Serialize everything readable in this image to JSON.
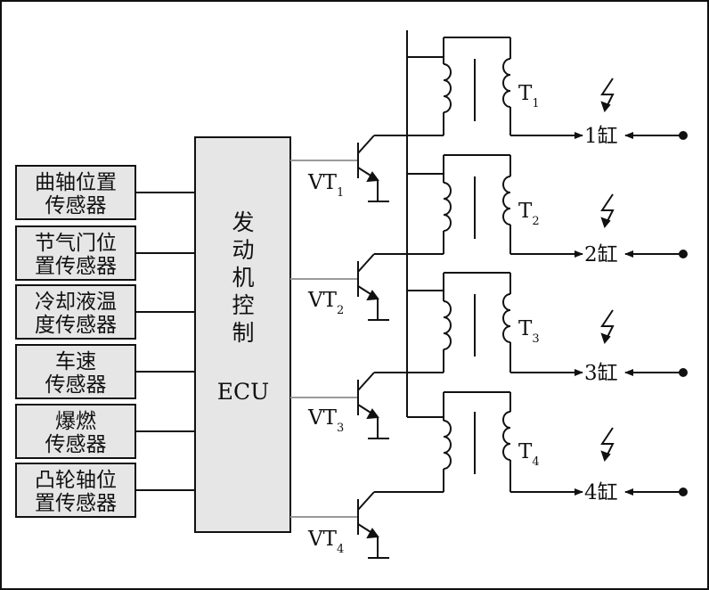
{
  "sensors": [
    {
      "line1": "曲轴位置",
      "line2": "传感器"
    },
    {
      "line1": "节气门位",
      "line2": "置传感器"
    },
    {
      "line1": "冷却液温",
      "line2": "度传感器"
    },
    {
      "line1": "车速",
      "line2": "传感器"
    },
    {
      "line1": "爆燃",
      "line2": "传感器"
    },
    {
      "line1": "凸轮轴位",
      "line2": "置传感器"
    }
  ],
  "ecu": {
    "chars": [
      "发",
      "动",
      "机",
      "控",
      "制"
    ],
    "abbr": "ECU"
  },
  "transistors": [
    {
      "main": "VT",
      "sub": "1"
    },
    {
      "main": "VT",
      "sub": "2"
    },
    {
      "main": "VT",
      "sub": "3"
    },
    {
      "main": "VT",
      "sub": "4"
    }
  ],
  "coils": [
    {
      "main": "T",
      "sub": "1"
    },
    {
      "main": "T",
      "sub": "2"
    },
    {
      "main": "T",
      "sub": "3"
    },
    {
      "main": "T",
      "sub": "4"
    }
  ],
  "cylinders": [
    "1缸",
    "2缸",
    "3缸",
    "4缸"
  ],
  "colors": {
    "line": "#111111",
    "box_fill": "#e6e6e6",
    "ecu_output_line": "#9a9a9a"
  }
}
